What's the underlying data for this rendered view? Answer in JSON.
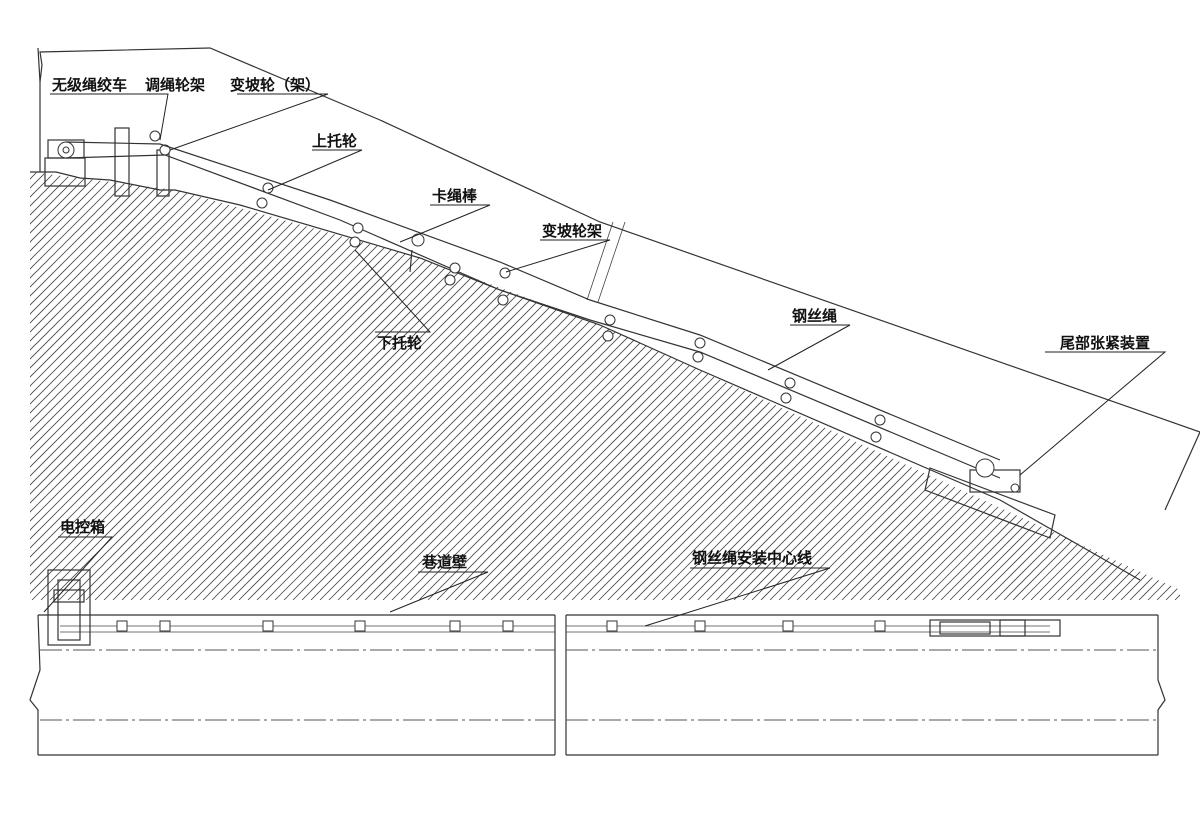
{
  "labels": {
    "winch": "无级绳绞车",
    "adjust_wheel_frame": "调绳轮架",
    "slope_change_wheel": "变坡轮（架）",
    "upper_roller": "上托轮",
    "rope_stopper": "卡绳棒",
    "slope_change_wheel_frame": "变坡轮架",
    "lower_roller": "下托轮",
    "wire_rope": "钢丝绳",
    "tail_tensioner": "尾部张紧装置",
    "control_box": "电控箱",
    "roadway_wall": "巷道壁",
    "rope_center_line": "钢丝绳安装中心线"
  },
  "colors": {
    "line": "#333333",
    "text": "#111111",
    "background": "#ffffff"
  }
}
